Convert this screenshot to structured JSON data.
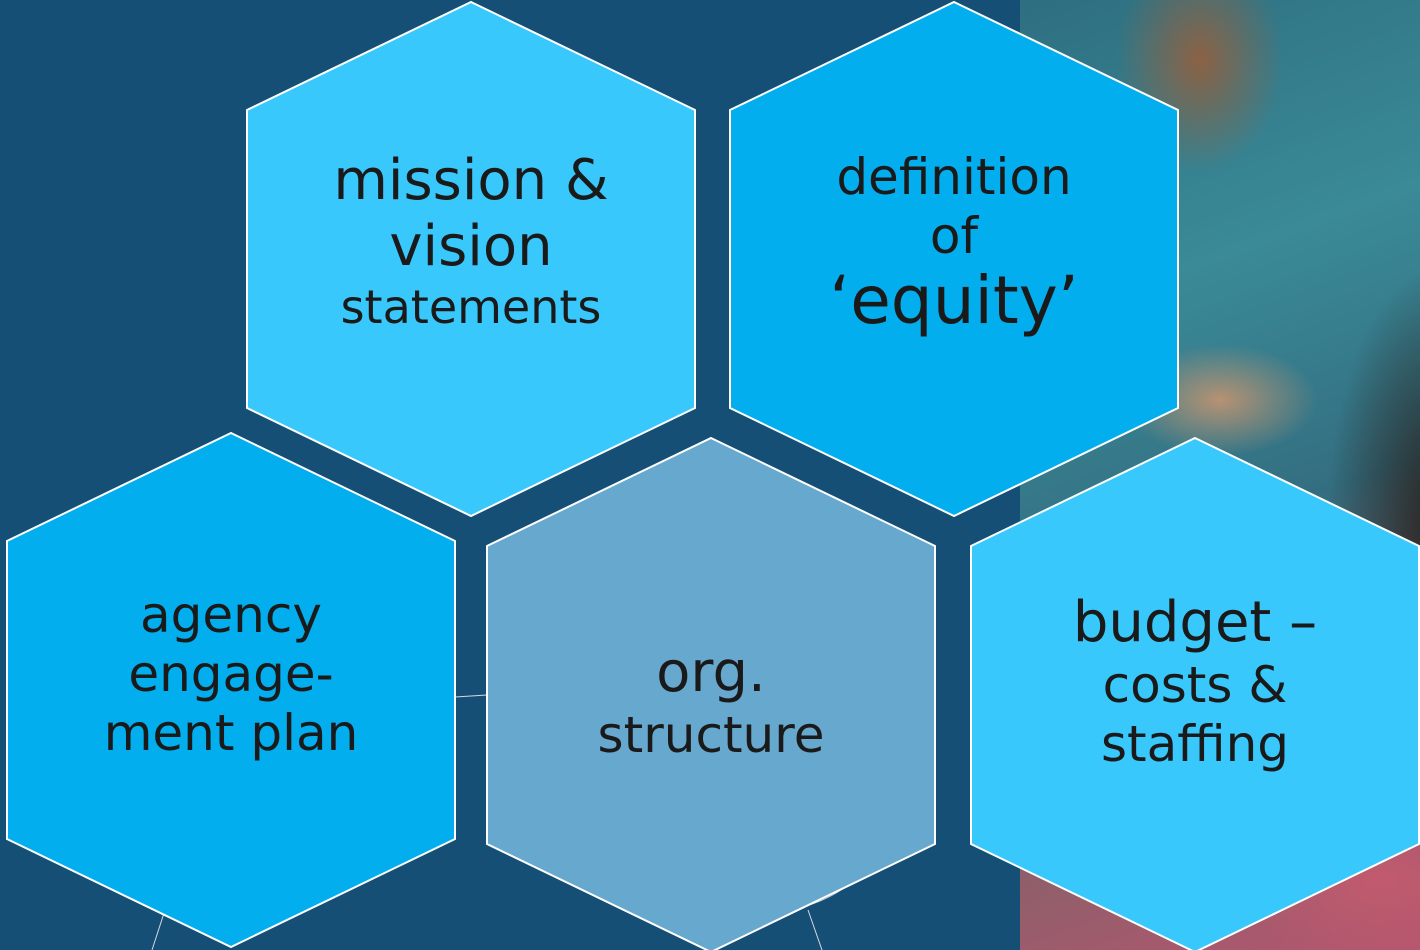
{
  "diagram": {
    "hexagons": [
      {
        "id": "mission",
        "fill": "#39c8fb",
        "lines": [
          "mission &",
          "vision",
          "statements"
        ]
      },
      {
        "id": "equity",
        "fill": "#02aeee",
        "lines": [
          "definition",
          "of",
          "‘equity’"
        ]
      },
      {
        "id": "agency",
        "fill": "#02aeee",
        "lines": [
          "agency",
          "engage-",
          "ment plan"
        ]
      },
      {
        "id": "org",
        "fill": "#67a8ce",
        "lines": [
          "org.",
          "structure"
        ]
      },
      {
        "id": "budget",
        "fill": "#39c8fb",
        "lines": [
          "budget –",
          "costs &",
          "staffing"
        ]
      }
    ],
    "colors": {
      "background": "#164f75",
      "outline": "#ffffff",
      "text": "#1a1a1a"
    }
  }
}
